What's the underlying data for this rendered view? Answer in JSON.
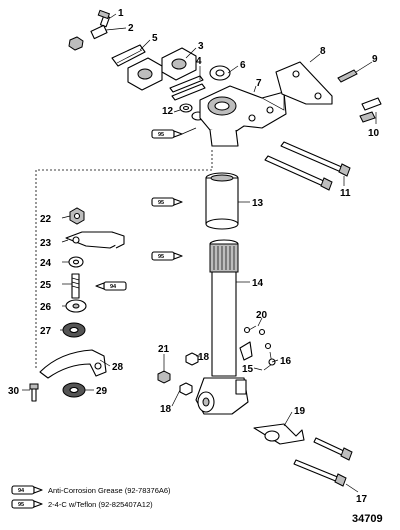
{
  "callouts": {
    "c1": "1",
    "c2": "2",
    "c3": "3",
    "c4": "4",
    "c5": "5",
    "c6": "6",
    "c7": "7",
    "c8": "8",
    "c9": "9",
    "c10": "10",
    "c11": "11",
    "c12": "12",
    "c13": "13",
    "c14": "14",
    "c15": "15",
    "c16": "16",
    "c17": "17",
    "c18a": "18",
    "c18b": "18",
    "c19": "19",
    "c20": "20",
    "c21": "21",
    "c22": "22",
    "c23": "23",
    "c24": "24",
    "c25": "25",
    "c26": "26",
    "c27": "27",
    "c28": "28",
    "c29": "29",
    "c30": "30"
  },
  "tube_labels": {
    "t12": "95",
    "t13": "95",
    "t14": "95",
    "t25": "94"
  },
  "legend": [
    {
      "code": "94",
      "text": "Anti-Corrosion Grease (92-78376A6)"
    },
    {
      "code": "95",
      "text": "2-4-C w/Teflon (92-825407A12)"
    }
  ],
  "figure_number": "34709"
}
